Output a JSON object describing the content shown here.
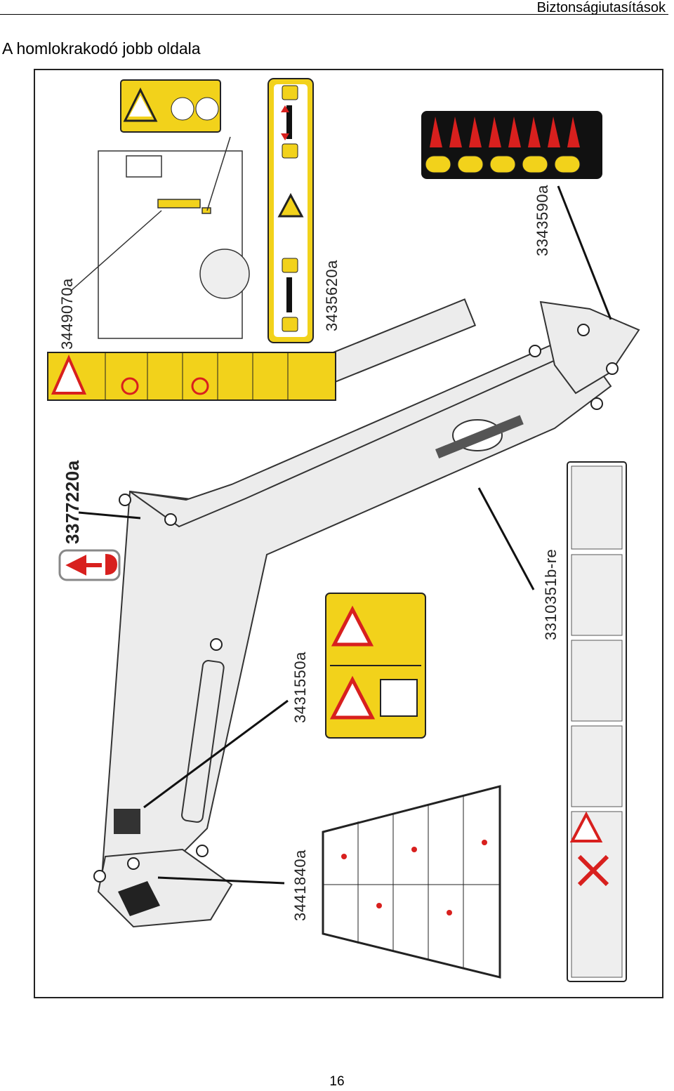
{
  "header": {
    "section": "Biztonságiutasítások"
  },
  "page": {
    "title": "A homlokrakodó jobb oldala",
    "number": "16"
  },
  "figure": {
    "labels": {
      "cab_decal": "3449070a",
      "lock_decal": "3435620a",
      "grille_decal": "3343590a",
      "boom_decal": "3377220a",
      "pinch_decal": "3310351b-re",
      "crush_decal": "3431550a",
      "instruction_decal": "3441840a"
    },
    "colors": {
      "decal_yellow": "#f2d21b",
      "decal_red": "#d8201e",
      "outline": "#222222"
    },
    "icons": [
      "warning-triangle-icon",
      "lock-icon",
      "hook-arrow-icon",
      "person-crush-icon"
    ]
  }
}
